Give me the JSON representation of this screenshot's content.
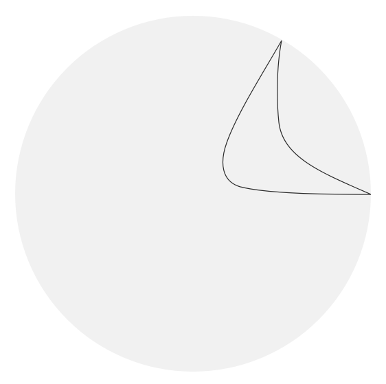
{
  "figure": {
    "background_color": "#ffffff",
    "disc_color": "#f1f1f1",
    "curve_color": "#2b2b2b",
    "elements": [
      {
        "name": "unit-disc",
        "kind": "filled circle"
      },
      {
        "name": "curved-triangle",
        "kind": "outline of a region bounded by three curved arcs with cusp-like corners"
      }
    ]
  }
}
